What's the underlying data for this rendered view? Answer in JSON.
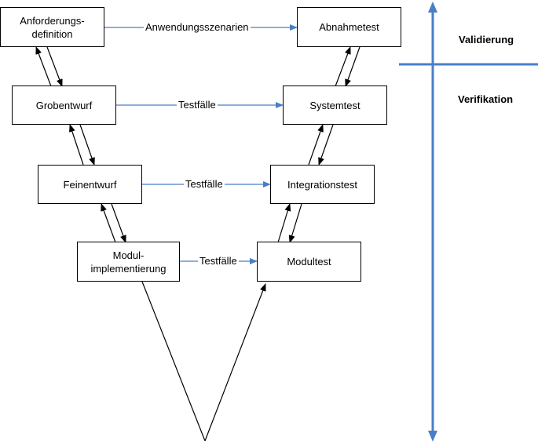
{
  "boxes": {
    "anforderungsdefinition": [
      "Anforderungs-",
      "definition"
    ],
    "grobentwurf": "Grobentwurf",
    "feinentwurf": "Feinentwurf",
    "modulimplementierung": [
      "Modul-",
      "implementierung"
    ],
    "abnahmetest": "Abnahmetest",
    "systemtest": "Systemtest",
    "integrationstest": "Integrationstest",
    "modultest": "Modultest"
  },
  "connectors": {
    "anwendungsszenarien": "Anwendungsszenarien",
    "testfaelle_1": "Testfälle",
    "testfaelle_2": "Testfälle",
    "testfaelle_3": "Testfälle"
  },
  "side_labels": {
    "validierung": "Validierung",
    "verifikation": "Verifikation"
  },
  "colors": {
    "connector_blue": "#4a7ec8",
    "axis_blue": "#4a7ec8",
    "line_black": "#000000"
  }
}
